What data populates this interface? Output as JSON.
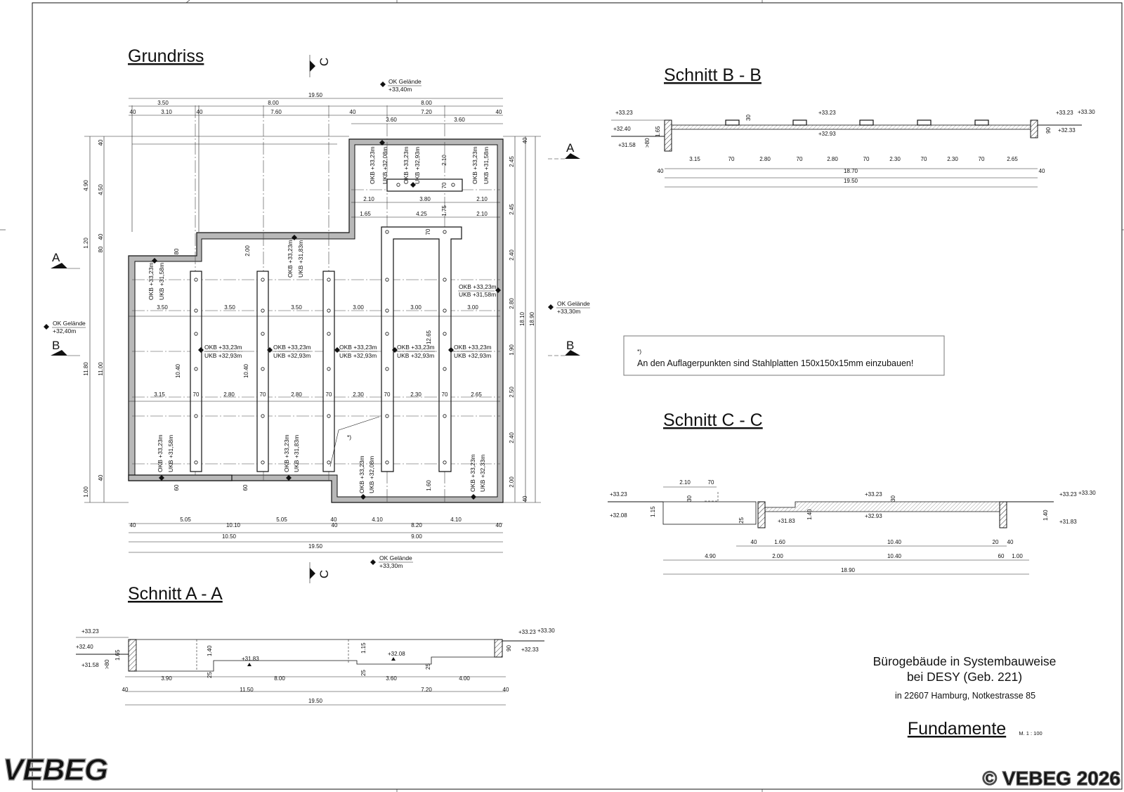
{
  "titles": {
    "grundriss": "Grundriss",
    "schnitt_bb": "Schnitt B - B",
    "schnitt_cc": "Schnitt C - C",
    "schnitt_aa": "Schnitt A - A"
  },
  "section_markers": {
    "a": "A",
    "b": "B",
    "c": "C"
  },
  "levels": {
    "ok_gelaende": "OK Gelände",
    "top": "+33,40m",
    "right": "+33,30m",
    "left": "+32,40m",
    "bottom": "+33,30m"
  },
  "plan_labels": {
    "okb": "OKB +33,23m",
    "ukb_3208": "UKB +32,08m",
    "ukb_3293": "UKB +32,93m",
    "ukb_3158": "UKB +31,58m",
    "ukb_3183": "UKB +31,83m",
    "ukb_3233": "UKB +32,33m",
    "star": "*)"
  },
  "dims_plan": {
    "top_total": "19.50",
    "top_row1": [
      "3.50",
      "8.00",
      "8.00"
    ],
    "top_row2": [
      "40",
      "3.10",
      "40",
      "7.60",
      "40",
      "7.20",
      "40"
    ],
    "top_row3": [
      "3.60",
      "3.60"
    ],
    "north_strip": [
      "2.10",
      "3.80",
      "70",
      "2.10"
    ],
    "north_strip2": [
      "1.65",
      "4.25",
      "2.10"
    ],
    "north_vert": [
      "2.10",
      "1.75",
      "70"
    ],
    "grid_row1": [
      "3.50",
      "3.50",
      "3.50",
      "3.00",
      "3.00",
      "3.00"
    ],
    "grid_row2": [
      "3.15",
      "70",
      "2.80",
      "70",
      "2.80",
      "70",
      "2.30",
      "70",
      "2.30",
      "70",
      "2.65"
    ],
    "inner_vert": [
      "2.00",
      "10.40",
      "10.40",
      "12.65",
      "1.60",
      "80",
      "60",
      "60"
    ],
    "left_dims": [
      "4.90",
      "4.50",
      "40",
      "1.20",
      "80",
      "40",
      "11.80",
      "11.00",
      "40",
      "1.00"
    ],
    "right_dims": [
      "40",
      "2.45",
      "2.45",
      "2.40",
      "2.80",
      "1.90",
      "2.50",
      "2.40",
      "2.00",
      "40",
      "18.10",
      "18.90"
    ],
    "bottom_row1": [
      "5.05",
      "10.10",
      "5.05",
      "40",
      "4.10",
      "8.20",
      "4.10"
    ],
    "bottom_row2": [
      "40",
      "10.50",
      "40",
      "9.00",
      "40"
    ],
    "bottom_total": "19.50"
  },
  "schnitt_bb": {
    "levels": [
      "+33.23",
      "+32.40",
      "+31.58",
      "+33.23",
      "+32.93",
      "+33.23",
      "+33.30",
      "+32.33"
    ],
    "vert": [
      "1.65",
      ">80",
      "30",
      "90"
    ],
    "dims": [
      "3.15",
      "70",
      "2.80",
      "70",
      "2.80",
      "70",
      "2.30",
      "70",
      "2.30",
      "70",
      "2.65"
    ],
    "dims2": [
      "40",
      "18.70",
      "40"
    ],
    "total": "19.50"
  },
  "note": {
    "mark": "*)",
    "text": "An den Auflagerpunkten sind Stahlplatten 150x150x15mm einzubauen!"
  },
  "schnitt_cc": {
    "top_dims": [
      "2.10",
      "70"
    ],
    "levels": [
      "+33.23",
      "+32.08",
      "+31.83",
      "+33.23",
      "+32.93",
      "+33.23",
      "+33.30",
      "+31.83"
    ],
    "vert": [
      "1.15",
      "30",
      "25",
      "1.40",
      "30",
      "1.40"
    ],
    "dims1": [
      "40",
      "1.60",
      "10.40",
      "20",
      "40"
    ],
    "dims2": [
      "4.90",
      "2.00",
      "10.40",
      "60",
      "1.00"
    ],
    "total": "18.90"
  },
  "schnitt_aa": {
    "levels": [
      "+33.23",
      "+32.40",
      "+31.58",
      "+31.83",
      "+32.08",
      "+33.23",
      "+33.30",
      "+32.33"
    ],
    "vert": [
      "1.65",
      ">80",
      "1.40",
      "25",
      "1.15",
      "25",
      "25",
      "90"
    ],
    "dims1": [
      "3.90",
      "8.00",
      "3.60",
      "4.00"
    ],
    "dims2": [
      "40",
      "11.50",
      "7.20",
      "40"
    ],
    "total": "19.50"
  },
  "title_block": {
    "line1": "Bürogebäude in Systembauweise",
    "line2": "bei DESY (Geb. 221)",
    "line3": "in 22607 Hamburg, Notkestrasse 85",
    "drawing": "Fundamente",
    "scale": "M. 1 : 100"
  },
  "watermark": {
    "logo": "VEBEG",
    "copyright": "© VEBEG 2026"
  }
}
